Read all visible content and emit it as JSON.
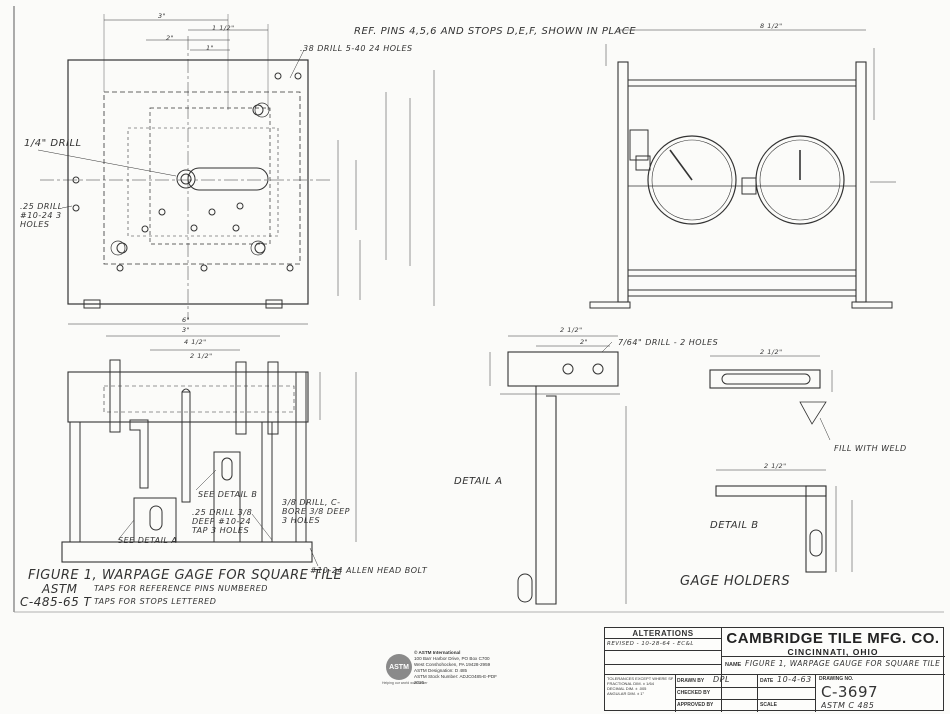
{
  "notes": {
    "ref_pins": "REF. PINS 4,5,6 AND STOPS D,E,F, SHOWN IN PLACE",
    "drill_38": ".38 DRILL  5-40   24 HOLES",
    "drill_quarter": "1/4\" DRILL",
    "drill_25": ".25 DRILL #10-24 3 HOLES",
    "see_detail_b": "SEE DETAIL B",
    "drill_25_deep": ".25 DRILL 3/8 DEEP #10-24 TAP 3 HOLES",
    "see_detail_a": "SEE DETAIL A",
    "drill_cbore": "3/8 DRILL, C-BORE 3/8 DEEP 3 HOLES",
    "allen_bolt": "#10-24 ALLEN HEAD BOLT",
    "drill_2holes": "7/64\" DRILL - 2 HOLES",
    "fill_weld": "FILL WITH WELD",
    "detail_a": "DETAIL A",
    "detail_b": "DETAIL B",
    "gage_holders": "GAGE HOLDERS"
  },
  "figure": {
    "line1": "FIGURE 1, WARPAGE GAGE FOR SQUARE TILE",
    "line2a": "ASTM",
    "line2b": "TAPS FOR REFERENCE PINS NUMBERED",
    "line3a": "C-485-65 T",
    "line3b": "TAPS FOR STOPS LETTERED"
  },
  "dims": {
    "top_3": "3\"",
    "top_1_half": "1 1/2\"",
    "top_2": "2\"",
    "top_1": "1\"",
    "width_6": "6\"",
    "width_3": "3\"",
    "width_4_half": "4 1/2\"",
    "width_2_half": "2 1/2\"",
    "right_8_half": "8 1/2\"",
    "da_2_half": "2 1/2\"",
    "da_2": "2\"",
    "db_2_half": "2 1/2\"",
    "db_2_half_b": "2 1/2\""
  },
  "alterations": {
    "header": "ALTERATIONS",
    "revised": "REVISED - 10-28-64 - EC&L"
  },
  "title_block": {
    "company": "CAMBRIDGE TILE MFG. CO.",
    "city": "CINCINNATI, OHIO",
    "name_label": "NAME",
    "name_value": "FIGURE 1, WARPAGE GAUGE FOR SQUARE TILE",
    "tolerance_1": "TOLERANCES EXCEPT WHERE SPECIFIED:",
    "tolerance_2": "FRACTIONAL DIM.    ± 1/64",
    "tolerance_3": "DECIMAL DIM.       ± .005",
    "tolerance_4": "ANGULAR DIM.       ± 1°",
    "drawn_by_label": "DRAWN BY",
    "drawn_by_value": "DPL",
    "date_label": "DATE",
    "date_value": "10-4-63",
    "checked_by_label": "CHECKED BY",
    "approved_by_label": "APPROVED BY",
    "scale_label": "SCALE",
    "drawing_no_label": "DRAWING NO.",
    "drawing_no_value": "C-3697",
    "astm_ref": "ASTM  C 485"
  },
  "astm": {
    "logo": "ASTM",
    "credit_1": "© ASTM International",
    "credit_2": "100 Barr Harbor Drive, PO Box C700",
    "credit_3": "West Conshohocken, PA 19428-2959",
    "credit_4": "ASTM Designation: D 485",
    "credit_5": "ASTM Stock Number: ADJC0485-E-PDF",
    "credit_6": "2021",
    "small": "Helping our world work better"
  }
}
